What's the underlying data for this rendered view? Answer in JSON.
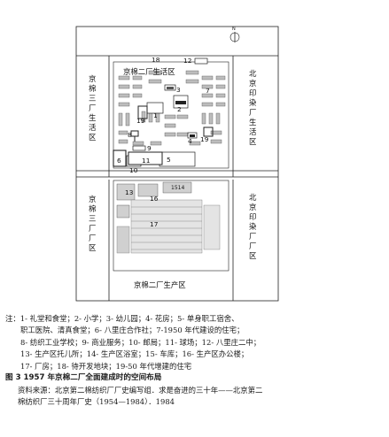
{
  "map": {
    "north_symbol": "N",
    "district_labels": {
      "factory2_living": "京棉二厂生活区",
      "factory2_production": "京棉二厂生产区",
      "factory3_living_left": [
        "京",
        "棉",
        "三",
        "厂",
        "生",
        "活",
        "区"
      ],
      "factory3_left": [
        "京",
        "棉",
        "三",
        "厂",
        "厂",
        "区"
      ],
      "printing_living_right": [
        "北",
        "京",
        "印",
        "染",
        "厂",
        "生",
        "活",
        "区"
      ],
      "printing_right": [
        "北",
        "京",
        "印",
        "染",
        "厂",
        "厂",
        "区"
      ]
    },
    "numbers": {
      "n1": "1",
      "n2": "2",
      "n3": "3",
      "n4": "4",
      "n5": "5",
      "n6": "6",
      "n7": "7",
      "n8": "8",
      "n9": "9",
      "n10": "10",
      "n11": "11",
      "n12": "12",
      "n13": "13",
      "n1514": "1514",
      "n16": "16",
      "n17": "17",
      "n18": "18",
      "n19": "19",
      "n19b": "19"
    }
  },
  "caption": {
    "notes": [
      "注：1- 礼堂和食堂；2- 小学；3- 幼儿园；4- 花房；5- 单身职工宿舍、",
      "职工医院、清真食堂；6- 八里庄合作社；7-1950 年代建设的住宅；",
      "8- 纺织工业学校；9- 商业服务；10- 邮局；11- 球场；12- 八里庄二中；",
      "13- 生产区托儿所；14- 生产区浴室；15- 车库；16- 生产区办公楼；",
      "17- 厂房；18- 待开发地块；19-50 年代增建的住宅"
    ],
    "figure_title": "图 3  1957 年京棉二厂全面建成时的空间布局",
    "source_line1": "资料来源：北京第二棉纺织厂厂史编写组．求是奋进的三十年——北京第二",
    "source_line2": "棉纺织厂三十周年厂史（1954—1984）．1984"
  }
}
